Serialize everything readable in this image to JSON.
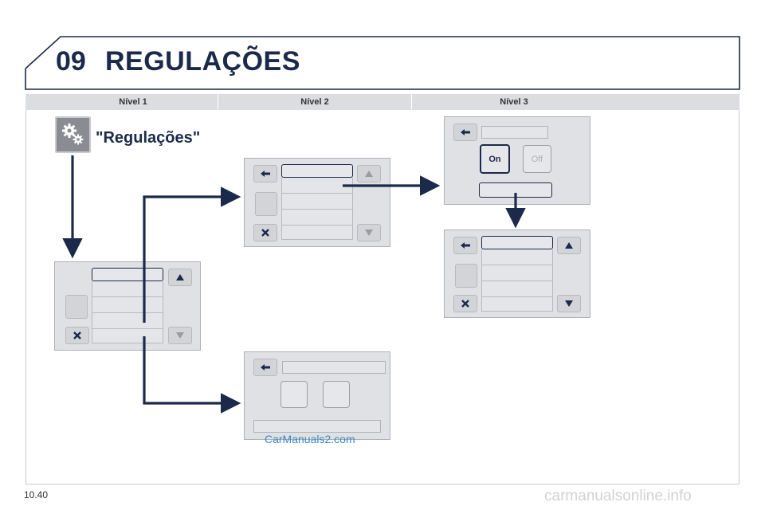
{
  "header": {
    "chapter_number": "09",
    "title": "REGULAÇÕES"
  },
  "levels": [
    "Nível 1",
    "Nível 2",
    "Nível 3"
  ],
  "settings": {
    "label": "\"Regulações\"",
    "icon": "gear-icon"
  },
  "toggle": {
    "on_label": "On",
    "off_label": "Off"
  },
  "footer": {
    "page_number": "10.40"
  },
  "watermarks": {
    "center": "CarManuals2.com",
    "bottom": "carmanualsonline.info"
  },
  "colors": {
    "arrow": "#1b2a4a",
    "screen_bg": "#e0e1e4",
    "level_bar": "#dcdde0"
  }
}
